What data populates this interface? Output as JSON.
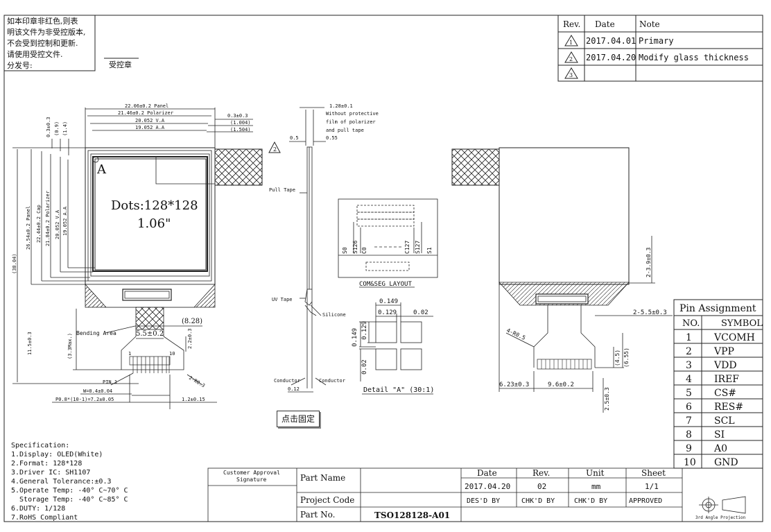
{
  "notice": {
    "lines": [
      "如本印章非红色,则表",
      "明该文件为非受控版本,",
      "不会受到控制和更新.",
      "请使用受控文件.",
      "分发号:"
    ],
    "stamp": "受控章"
  },
  "revision": {
    "headers": [
      "Rev.",
      "Date",
      "Note"
    ],
    "rows": [
      {
        "rev": "1",
        "date": "2017.04.01",
        "note": "Primary"
      },
      {
        "rev": "2",
        "date": "2017.04.20",
        "note": "Modify glass thickness"
      },
      {
        "rev": "3",
        "date": "",
        "note": ""
      }
    ]
  },
  "front_view": {
    "dim_panel": "22.06±0.2 Panel",
    "dim_polarizer": "21.46±0.2 Polarizer",
    "dim_va": "20.052 V.A",
    "dim_aa": "19.052 A.A",
    "dim_right1": "0.3±0.3",
    "dim_right2": "(1.004)",
    "dim_right3": "(1.504)",
    "dim_top_v1": "0.3±0.3",
    "dim_top_v2": "(0.9)",
    "dim_top_v3": "(1.4)",
    "v_overall": "(38.04)",
    "v_panel": "26.54±0.2 Panel",
    "v_cap": "22.44±0.2 Cap",
    "v_polarizer": "21.84±0.2 Polarizer",
    "v_va": "20.052 V.A",
    "v_aa": "19.052 A.A",
    "detail_letter": "A",
    "dots": "Dots:128*128",
    "size": "1.06\"",
    "bending": "Bending Area",
    "dim_828": "(8.28)",
    "dim_55": "5.5±0.2",
    "dim_22": "2.2±0.3",
    "dim_115": "11.5±0.3",
    "dim_33max": "(3.3Max.)",
    "pin1": "PIN 1",
    "pin_w": "W=0.4±0.04",
    "pin_pitch": "P0.8*(10-1)=7.2±0.05",
    "pin_12": "1.2±0.15",
    "pin_r": "2-R0.3",
    "pin_label_1": "1",
    "pin_label_10": "10"
  },
  "side_view": {
    "dim_128": "1.28±0.1",
    "note_lines": [
      "Without protective",
      "film of polarizer",
      "and pull tape"
    ],
    "dim_05": "0.5",
    "dim_055": "0.55",
    "rev_mark": "2",
    "pull_tape": "Pull Tape",
    "uv_tape": "UV Tape",
    "silicone": "Silicone",
    "conductor_l": "Conductor",
    "conductor_r": "Conductor",
    "dim_012": "0.12"
  },
  "com_seg": {
    "title": "COM&SEG LAYOUT",
    "labels": [
      "S0",
      "S126",
      "C0",
      "C127",
      "S127",
      "S1"
    ]
  },
  "detail": {
    "title": "Detail \"A\" (30:1)",
    "d_0149": "0.149",
    "d_0129": "0.129",
    "d_002": "0.02",
    "v_0149": "0.149",
    "v_0129": "0.129",
    "v_002": "0.02"
  },
  "back_view": {
    "dim_39": "2-3.9±0.3",
    "dim_55": "2-5.5±0.3",
    "r05": "4-R0.5",
    "dim_45": "(4.5)",
    "dim_655": "(6.55)",
    "dim_623": "6.23±0.3",
    "dim_96": "9.6±0.2",
    "dim_25": "2.5±0.3"
  },
  "fix_button": "点击固定",
  "pin_assignment": {
    "title": "Pin Assignment",
    "headers": [
      "NO.",
      "SYMBOL"
    ],
    "rows": [
      {
        "no": "1",
        "sym": "VCOMH"
      },
      {
        "no": "2",
        "sym": "VPP"
      },
      {
        "no": "3",
        "sym": "VDD"
      },
      {
        "no": "4",
        "sym": "IREF"
      },
      {
        "no": "5",
        "sym": "CS#"
      },
      {
        "no": "6",
        "sym": "RES#"
      },
      {
        "no": "7",
        "sym": "SCL"
      },
      {
        "no": "8",
        "sym": "SI"
      },
      {
        "no": "9",
        "sym": "A0"
      },
      {
        "no": "10",
        "sym": "GND"
      }
    ]
  },
  "spec": {
    "title": "Specification:",
    "lines": [
      "1.Display: OLED(White)",
      "2.Format:  128*128",
      "3.Driver IC: SH1107",
      "4.General Tolerance:±0.3",
      "5.Operate Temp: -40° C~70° C",
      "  Storage Temp: -40° C~85° C",
      "6.DUTY: 1/128",
      "7.RoHS Compliant"
    ]
  },
  "title_block": {
    "customer": "Customer Approval",
    "signature": "Signature",
    "part_name": "Part Name",
    "project_code": "Project Code",
    "part_no": "Part No.",
    "part_no_value": "TSO128128-A01",
    "date_h": "Date",
    "rev_h": "Rev.",
    "unit_h": "Unit",
    "sheet_h": "Sheet",
    "date_v": "2017.04.20",
    "rev_v": "02",
    "unit_v": "mm",
    "sheet_v": "1/1",
    "desd": "DES'D BY",
    "chkd1": "CHK'D BY",
    "chkd2": "CHK'D BY",
    "approved": "APPROVED",
    "projection": "3rd Angle Projection"
  }
}
